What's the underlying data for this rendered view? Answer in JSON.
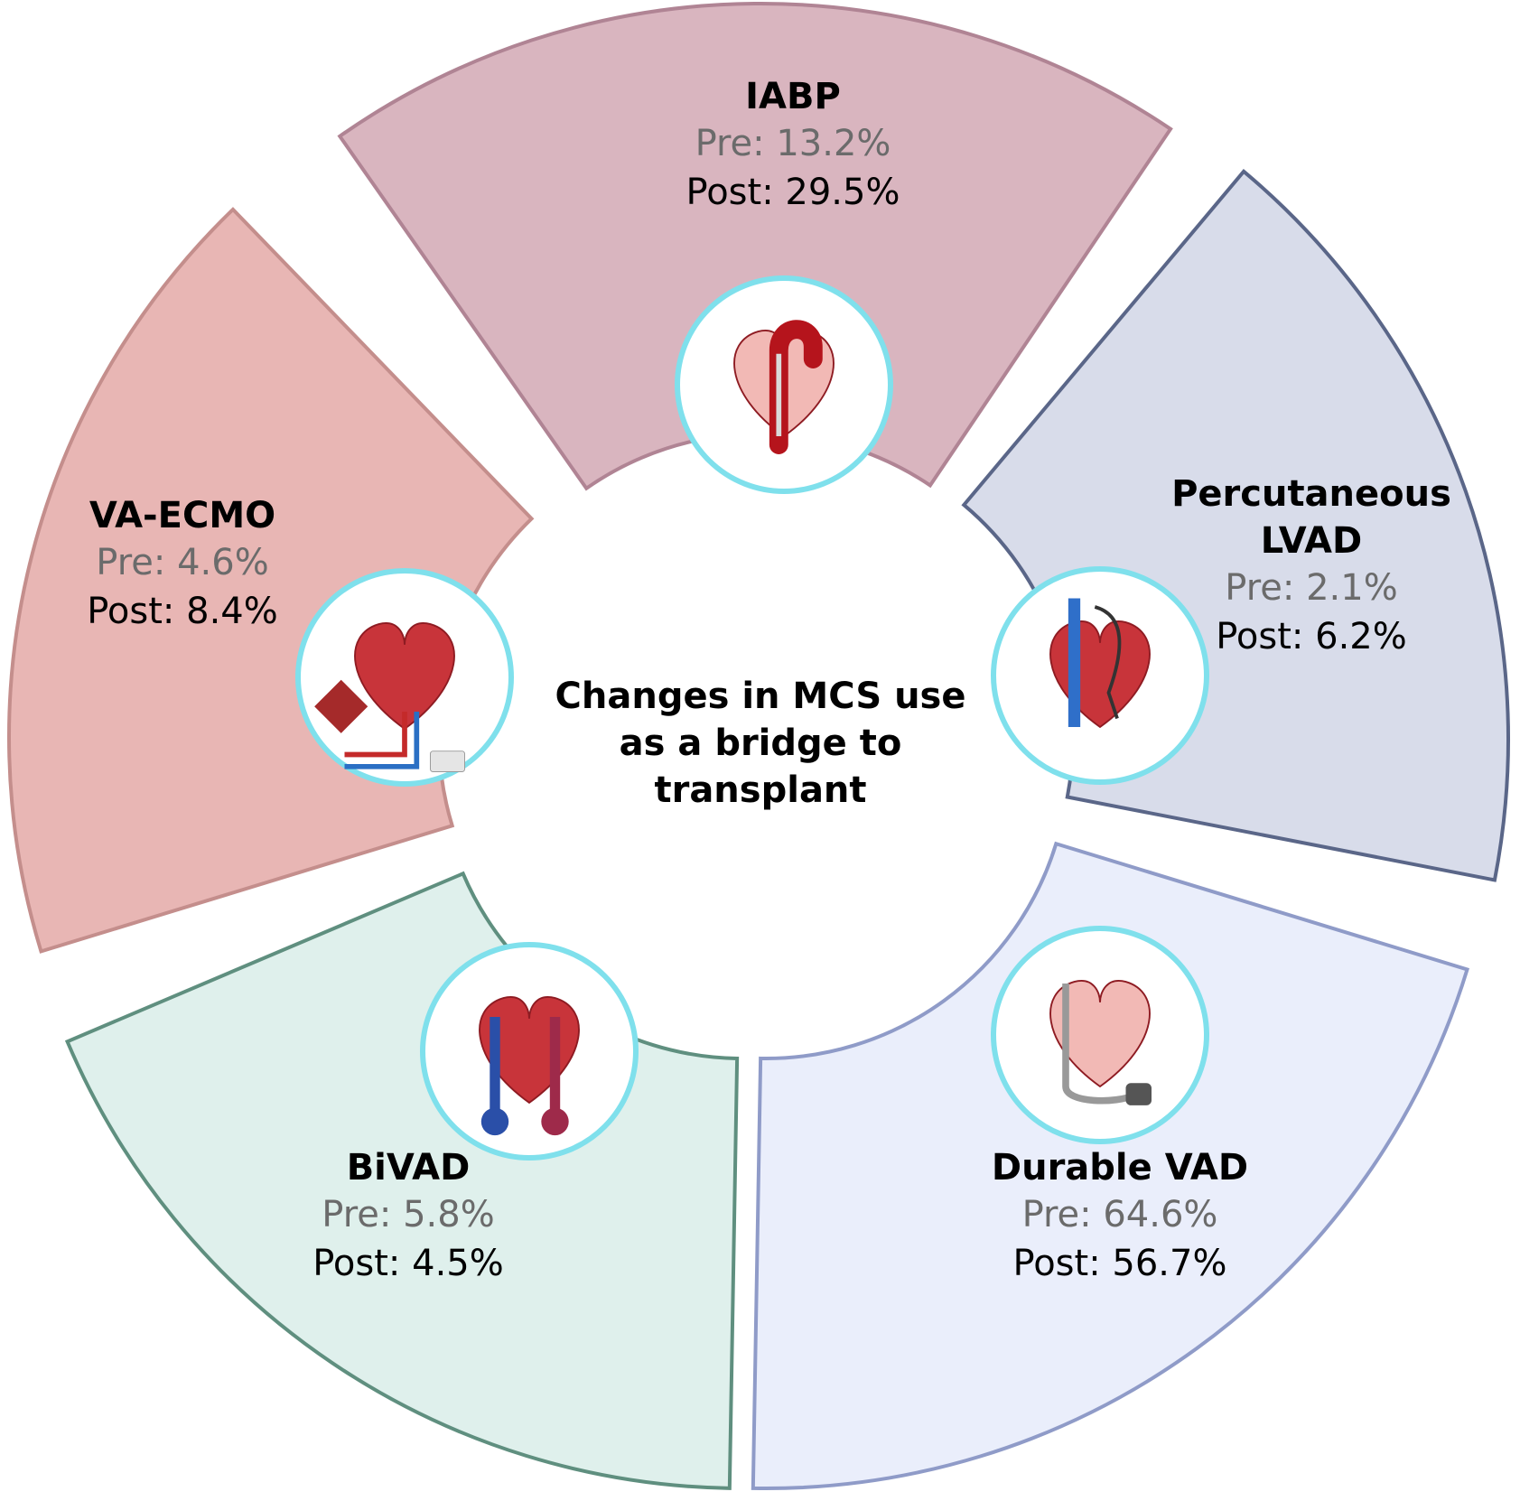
{
  "title_lines": [
    "Changes in MCS use",
    "as a bridge to",
    "transplant"
  ],
  "segments": [
    {
      "id": "iabp",
      "name_lines": [
        "IABP"
      ],
      "pre": "Pre: 13.2%",
      "post": "Post: 29.5%",
      "fill": "#d9b5bf",
      "stroke": "#b08494",
      "icon": "heart-aorta-iabp-icon"
    },
    {
      "id": "percutaneous-lvad",
      "name_lines": [
        "Percutaneous",
        "LVAD"
      ],
      "pre": "Pre: 2.1%",
      "post": "Post: 6.2%",
      "fill": "#d8dcea",
      "stroke": "#5a6688",
      "icon": "heart-percutaneous-lvad-icon"
    },
    {
      "id": "durable-vad",
      "name_lines": [
        "Durable VAD"
      ],
      "pre": "Pre: 64.6%",
      "post": "Post: 56.7%",
      "fill": "#eaeefb",
      "stroke": "#8f9bc8",
      "icon": "heart-durable-vad-icon"
    },
    {
      "id": "bivad",
      "name_lines": [
        "BiVAD"
      ],
      "pre": "Pre: 5.8%",
      "post": "Post: 4.5%",
      "fill": "#dff0ec",
      "stroke": "#5f8f7f",
      "icon": "heart-bivad-icon"
    },
    {
      "id": "va-ecmo",
      "name_lines": [
        "VA-ECMO"
      ],
      "pre": "Pre: 4.6%",
      "post": "Post: 8.4%",
      "fill": "#e8b6b4",
      "stroke": "#c48e8c",
      "icon": "heart-va-ecmo-icon"
    }
  ]
}
